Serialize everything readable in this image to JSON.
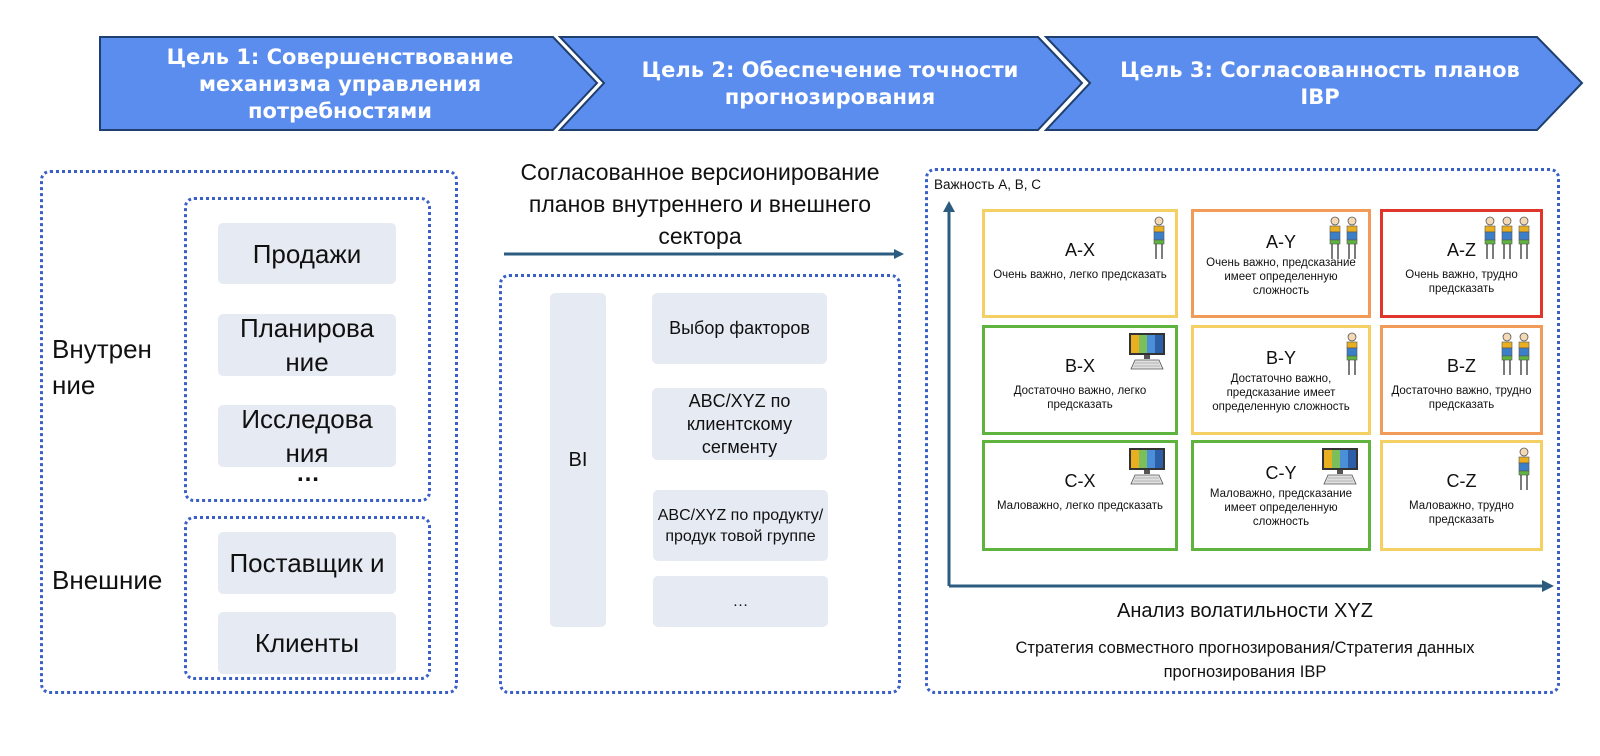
{
  "goals": [
    {
      "label": "Цель 1: Совершенствование механизма управления потребностями"
    },
    {
      "label": "Цель 2: Обеспечение точности прогнозирования"
    },
    {
      "label": "Цель 3: Согласованность планов IBP"
    }
  ],
  "colors": {
    "goal_fill": "#5b8def",
    "goal_stroke": "#1f3f6e",
    "dotted_border": "#3a5fc8",
    "tile_bg": "#e6eaf3",
    "arrow": "#2b5c80",
    "yellow": "#f4cf63",
    "orange": "#f29a57",
    "red": "#e0352b",
    "green": "#5fb43f"
  },
  "left_panel": {
    "internal_label": "Внутрен ние",
    "external_label": "Внешние",
    "internal_items": [
      "Продажи",
      "Планирова ние",
      "Исследова ния"
    ],
    "internal_more": "…",
    "external_items": [
      "Поставщик и",
      "Клиенты"
    ]
  },
  "middle_panel": {
    "heading": "Согласованное версионирование планов внутреннего и внешнего сектора",
    "bi_label": "BI",
    "items": [
      "Выбор факторов",
      "ABC/XYZ по клиентскому сегменту",
      "ABC/XYZ по продукту/продук товой группе",
      "…"
    ]
  },
  "right_panel": {
    "y_axis_label": "Важность A, B, C",
    "x_axis_label": "Анализ волатильности XYZ",
    "footer": "Стратегия совместного прогнозирования/Стратегия данных прогнозирования IBP",
    "cells": [
      {
        "code": "A-X",
        "desc": "Очень важно, легко предсказать",
        "color": "yellow",
        "icon": "person-icon",
        "icon_count": 1
      },
      {
        "code": "A-Y",
        "desc": "Очень важно, предсказание имеет определенную сложность",
        "color": "orange",
        "icon": "person-icon",
        "icon_count": 2
      },
      {
        "code": "A-Z",
        "desc": "Очень важно, трудно предсказать",
        "color": "red",
        "icon": "person-icon",
        "icon_count": 3
      },
      {
        "code": "B-X",
        "desc": "Достаточно важно, легко предсказать",
        "color": "green",
        "icon": "computer-icon",
        "icon_count": 1
      },
      {
        "code": "B-Y",
        "desc": "Достаточно важно, предсказание имеет определенную сложность",
        "color": "yellow",
        "icon": "person-icon",
        "icon_count": 1
      },
      {
        "code": "B-Z",
        "desc": "Достаточно важно, трудно предсказать",
        "color": "orange",
        "icon": "person-icon",
        "icon_count": 2
      },
      {
        "code": "C-X",
        "desc": "Маловажно, легко предсказать",
        "color": "green",
        "icon": "computer-icon",
        "icon_count": 1
      },
      {
        "code": "C-Y",
        "desc": "Маловажно, предсказание имеет определенную сложность",
        "color": "green",
        "icon": "computer-icon",
        "icon_count": 1
      },
      {
        "code": "C-Z",
        "desc": "Маловажно, трудно предсказать",
        "color": "yellow",
        "icon": "person-icon",
        "icon_count": 1
      }
    ]
  }
}
